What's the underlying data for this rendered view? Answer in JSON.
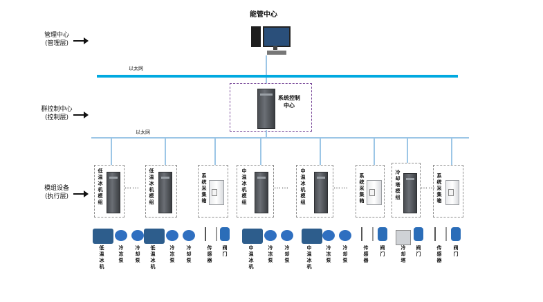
{
  "top_title": "能管中心",
  "layers": {
    "management": {
      "line1": "管理中心",
      "line2": "(管理层)"
    },
    "control": {
      "line1": "群控制中心",
      "line2": "(控制层)"
    },
    "execution": {
      "line1": "模组设备",
      "line2": "(执行层)"
    }
  },
  "network_labels": {
    "top": "以太网",
    "middle": "以太网"
  },
  "system_controller": {
    "line1": "系统控制",
    "line2": "中心"
  },
  "modules": [
    {
      "label": "低温冰机模组"
    },
    {
      "label": "低温冰机模组"
    },
    {
      "label": "系统采集箱"
    },
    {
      "label": "中温冰机模组"
    },
    {
      "label": "中温冰机模组"
    },
    {
      "label": "系统采集箱"
    },
    {
      "label": "冷却塔模组"
    },
    {
      "label": "系统采集箱"
    }
  ],
  "ellipsis": "……",
  "equipment": [
    "低温冰机",
    "冷冻泵",
    "冷却泵",
    "低温冰机",
    "冷冻泵",
    "冷却泵",
    "传感器",
    "阀门",
    "中温冰机",
    "冷冻泵",
    "冷却泵",
    "中温冰机",
    "冷冻泵",
    "冷却泵",
    "传感器",
    "阀门",
    "冷却塔",
    "阀门",
    "传感器",
    "阀门"
  ],
  "colors": {
    "network_main": "#00a9e0",
    "network_branch": "#9cc6e6",
    "control_box": "#7a4a9a",
    "dash_box": "#8a8a8a"
  }
}
